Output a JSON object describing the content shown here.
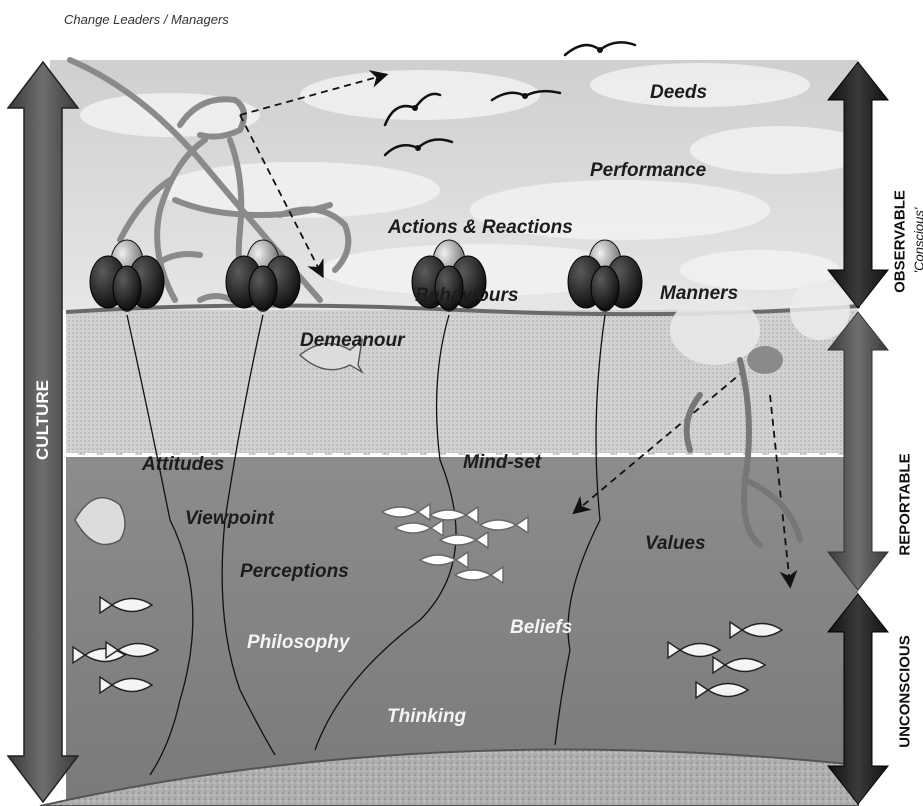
{
  "caption": "Change Leaders / Managers",
  "side_labels": {
    "culture": "CULTURE",
    "observable": "OBSERVABLE",
    "observable_sub": "'Conscious'",
    "reportable": "REPORTABLE",
    "unconscious": "UNCONSCIOUS"
  },
  "sky_terms": {
    "deeds": "Deeds",
    "performance": "Performance",
    "actions": "Actions & Reactions",
    "behaviours": "Behaviours",
    "manners": "Manners",
    "demeanour": "Demeanour"
  },
  "surface_terms": {
    "attitudes": "Attitudes",
    "mindset": "Mind-set",
    "viewpoint": "Viewpoint",
    "values": "Values",
    "perceptions": "Perceptions"
  },
  "deep_terms": {
    "philosophy": "Philosophy",
    "beliefs": "Beliefs",
    "thinking": "Thinking"
  },
  "colors": {
    "sky": "#d6d6d6",
    "surface": "#c4c4c4",
    "deep": "#8a8a8a",
    "seabed": "#b8b8b8",
    "arrow_dark": "#222222",
    "arrow_grey": "#555555"
  }
}
